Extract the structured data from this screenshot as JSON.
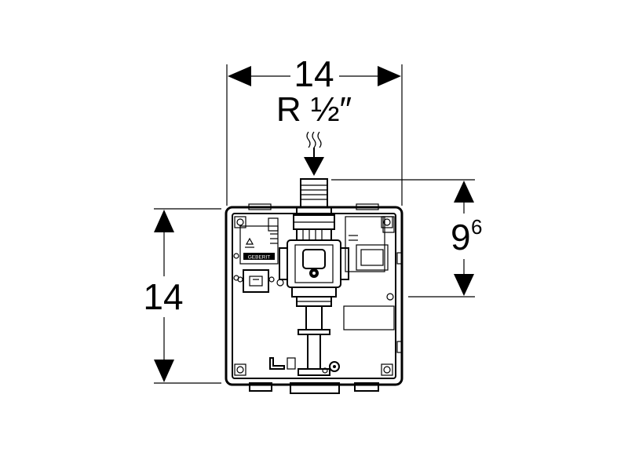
{
  "dimensions": {
    "top_width": "14",
    "thread": "R ½″",
    "left_height": "14",
    "right_height_main": "9",
    "right_height_sup": "6"
  },
  "logo_text": "GEBERIT",
  "icons": [
    "water-flow-icon",
    "arrow-down-icon"
  ]
}
